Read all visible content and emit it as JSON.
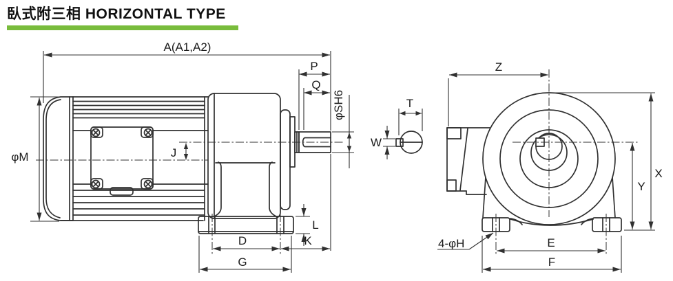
{
  "title": {
    "zh": "臥式附三相",
    "en": "HORIZONTAL TYPE"
  },
  "colors": {
    "accent_underline": "#79bc3c",
    "line_art": "#303030"
  },
  "labels": {
    "A": "A(A1,A2)",
    "P": "P",
    "Q": "Q",
    "SH6": "φSH6",
    "M": "φM",
    "J": "J",
    "L": "L",
    "K": "K",
    "D": "D",
    "G": "G",
    "T": "T",
    "W": "W",
    "Z": "Z",
    "X": "X",
    "Y": "Y",
    "E": "E",
    "F": "F",
    "H": "4-φH"
  }
}
